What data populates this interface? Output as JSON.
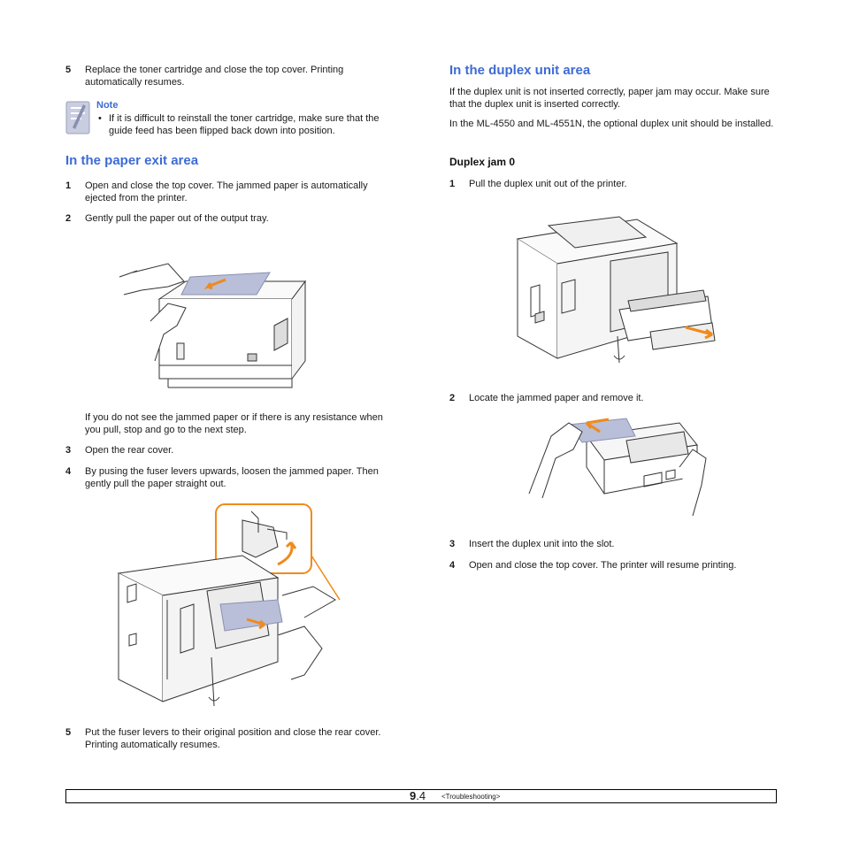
{
  "left": {
    "step5a": {
      "num": "5",
      "text": "Replace the toner cartridge and close the top cover. Printing automatically resumes."
    },
    "note": {
      "title": "Note",
      "bullet": "•",
      "text": "If it is difficult to reinstall the toner cartridge, make sure that the guide feed has been flipped back down into position."
    },
    "section_paper_exit": "In the paper exit area",
    "step1": {
      "num": "1",
      "text": "Open and close the top cover. The jammed paper is automatically ejected from the printer."
    },
    "step2": {
      "num": "2",
      "text": "Gently pull the paper out of the output tray."
    },
    "resistance_para": "If you do not see the jammed paper or if there is any resistance when you pull, stop and go to the next step.",
    "step3": {
      "num": "3",
      "text": "Open the rear cover."
    },
    "step4": {
      "num": "4",
      "text": "By pusing the fuser levers upwards, loosen the jammed paper. Then gently pull the paper straight out."
    },
    "step5b": {
      "num": "5",
      "text": "Put the fuser levers to their original position and close the rear cover. Printing automatically resumes."
    }
  },
  "right": {
    "section_duplex": "In the duplex unit area",
    "para1": "If the duplex unit is not inserted correctly, paper jam may occur. Make sure that the duplex unit is inserted correctly.",
    "para2": "In the ML-4550 and ML-4551N, the optional duplex unit should be installed.",
    "subhead": "Duplex jam 0",
    "step1": {
      "num": "1",
      "text": "Pull the duplex unit out of the printer."
    },
    "step2": {
      "num": "2",
      "text": "Locate the jammed paper and remove it."
    },
    "step3": {
      "num": "3",
      "text": "Insert the duplex unit into the slot."
    },
    "step4": {
      "num": "4",
      "text": "Open and close the top cover. The printer will resume printing."
    }
  },
  "footer": {
    "chapter_num": "9",
    "page_suffix": ".4",
    "chapter_label": "<Troubleshooting>"
  },
  "colors": {
    "heading": "#3d6bd6",
    "arrow": "#f08a1c",
    "paper": "#b9bfd8"
  }
}
